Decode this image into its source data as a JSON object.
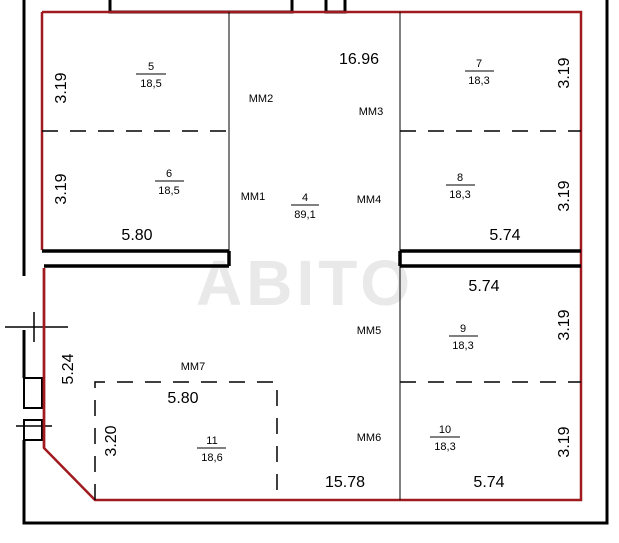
{
  "watermark": "ABITO",
  "dimensions": {
    "top_center": "16.96",
    "left_upper": "3.19",
    "left_middle": "3.19",
    "right_upper": "3.19",
    "right_middle": "3.19",
    "left_bottom_length": "5.80",
    "right_bottom_length": "5.74",
    "right_lower_top": "5.74",
    "right_lower_mid": "3.19",
    "right_lower_bottom": "3.19",
    "left_side": "5.24",
    "mm7_width": "5.80",
    "mm7_height": "3.20",
    "bottom_center": "15.78",
    "bottom_right": "5.74"
  },
  "rooms": [
    {
      "id": "room-5",
      "number": "5",
      "area": "18,5"
    },
    {
      "id": "room-7",
      "number": "7",
      "area": "18,3"
    },
    {
      "id": "room-6",
      "number": "6",
      "area": "18,5"
    },
    {
      "id": "room-4",
      "number": "4",
      "area": "89,1"
    },
    {
      "id": "room-8",
      "number": "8",
      "area": "18,3"
    },
    {
      "id": "room-9",
      "number": "9",
      "area": "18,3"
    },
    {
      "id": "room-11",
      "number": "11",
      "area": "18,6"
    },
    {
      "id": "room-10",
      "number": "10",
      "area": "18,3"
    }
  ],
  "workplaces": {
    "mm1": "ММ1",
    "mm2": "ММ2",
    "mm3": "ММ3",
    "mm4": "ММ4",
    "mm5": "ММ5",
    "mm6": "ММ6",
    "mm7": "ММ7"
  },
  "colors": {
    "wall": "#000000",
    "boundary": "#a01a1f",
    "dash": "#000000"
  }
}
